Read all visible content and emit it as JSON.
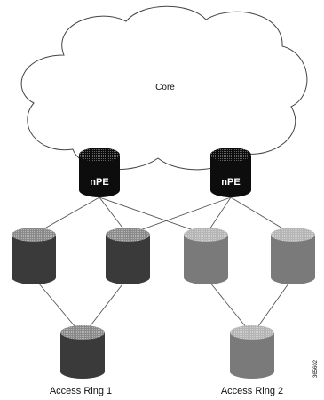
{
  "core": {
    "label": "Core"
  },
  "npe": [
    {
      "label": "nPE",
      "color": "#0d0d0d"
    },
    {
      "label": "nPE",
      "color": "#0d0d0d"
    }
  ],
  "rings": [
    {
      "label": "Access Ring 1",
      "color": "#3a3a3a"
    },
    {
      "label": "Access Ring 2",
      "color": "#7a7a7a"
    }
  ],
  "figure_id": "365602"
}
